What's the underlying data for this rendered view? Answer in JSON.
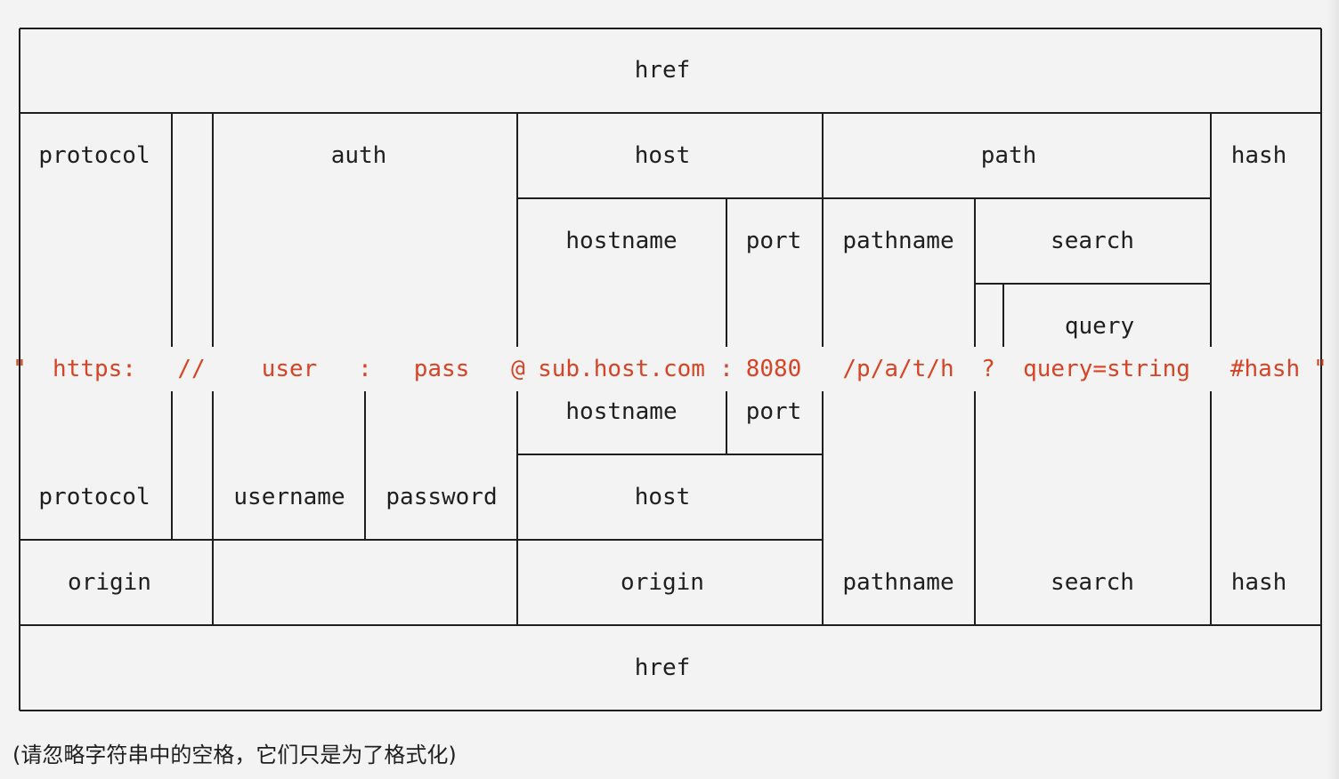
{
  "labels": {
    "href_top": "href",
    "protocol_top": "protocol",
    "auth": "auth",
    "host_top": "host",
    "path": "path",
    "hash_top": "hash",
    "hostname_top": "hostname",
    "port_top": "port",
    "pathname_top": "pathname",
    "search_top": "search",
    "query": "query",
    "hostname_bottom": "hostname",
    "port_bottom": "port",
    "protocol_bottom": "protocol",
    "username": "username",
    "password": "password",
    "host_bottom": "host",
    "origin_left": "origin",
    "origin_mid": "origin",
    "pathname_bottom": "pathname",
    "search_bottom": "search",
    "hash_bottom": "hash",
    "href_bottom": "href"
  },
  "url_parts": {
    "open_quote": "\"",
    "protocol": "https:",
    "slashes": "//",
    "user": "user",
    "colon1": ":",
    "pass": "pass",
    "at": "@",
    "host": "sub.host.com",
    "colon2": ":",
    "port": "8080",
    "path": "/p/a/t/h",
    "question": "?",
    "query": "query=string",
    "hash": "#hash",
    "close_quote": "\""
  },
  "caption": "(请忽略字符串中的空格，它们只是为了格式化)",
  "colors": {
    "text": "#1e1e1e",
    "url": "#d94325",
    "line": "#1e1e1e",
    "background": "#f3f3f3"
  }
}
